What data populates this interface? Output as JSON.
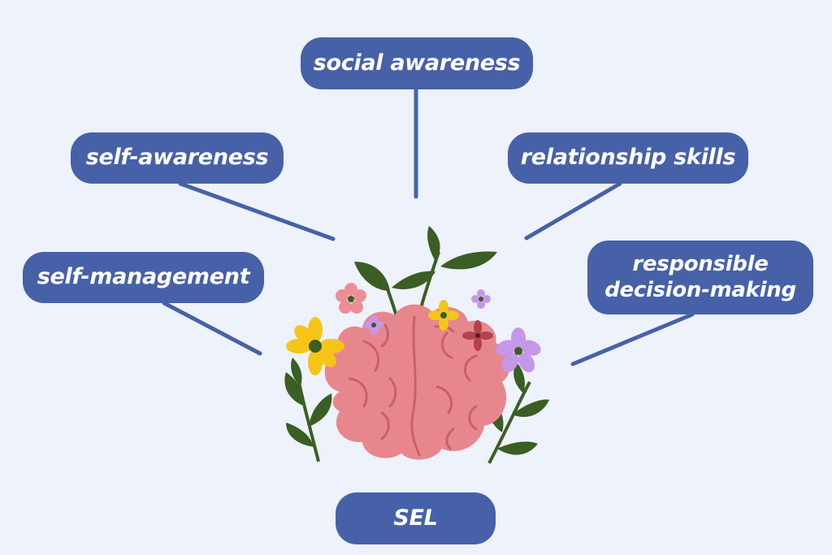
{
  "diagram": {
    "center_label": "SEL",
    "competencies": {
      "social_awareness": "social awareness",
      "self_awareness": "self-awareness",
      "relationship_skills": "relationship skills",
      "self_management": "self-management",
      "responsible_decision_making": "responsible\ndecision-making"
    }
  },
  "colors": {
    "background": "#edf2fb",
    "pill": "#4761a9",
    "connector": "#4761a9",
    "brain": "#e8868e",
    "leaf": "#3b5e24",
    "flower_yellow": "#f5c518",
    "flower_pink": "#ec8f95",
    "flower_purple": "#c597e8",
    "flower_red": "#b3414f"
  },
  "icons": [
    "brain-icon",
    "flower-icon",
    "sprout-icon"
  ]
}
